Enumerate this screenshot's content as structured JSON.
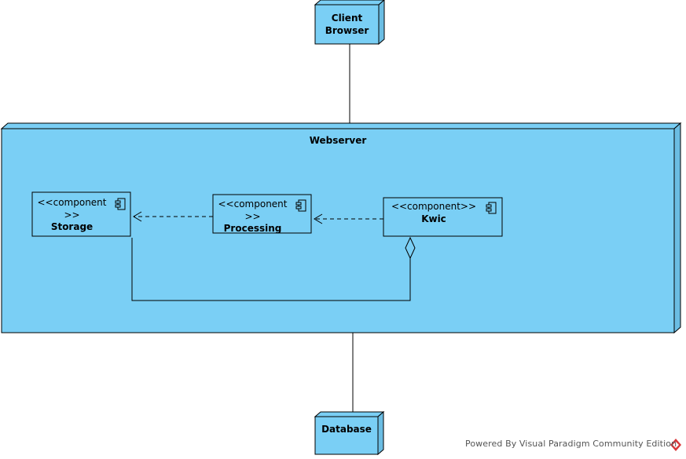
{
  "nodes": {
    "client": {
      "label": "Client\nBrowser"
    },
    "webserver": {
      "label": "Webserver"
    },
    "database": {
      "label": "Database"
    }
  },
  "components": {
    "storage": {
      "stereotype": "<<component\n>>",
      "name": "Storage"
    },
    "processing": {
      "stereotype": "<<component\n>>",
      "name": "Processing"
    },
    "kwic": {
      "stereotype": "<<component>>",
      "name": "Kwic"
    }
  },
  "footer": {
    "text": "Powered By Visual Paradigm Community Edition"
  },
  "colors": {
    "node_fill": "#7ACFF5",
    "node_side": "#6BBDE3",
    "stroke": "#000000",
    "logo_red": "#D9393B"
  }
}
